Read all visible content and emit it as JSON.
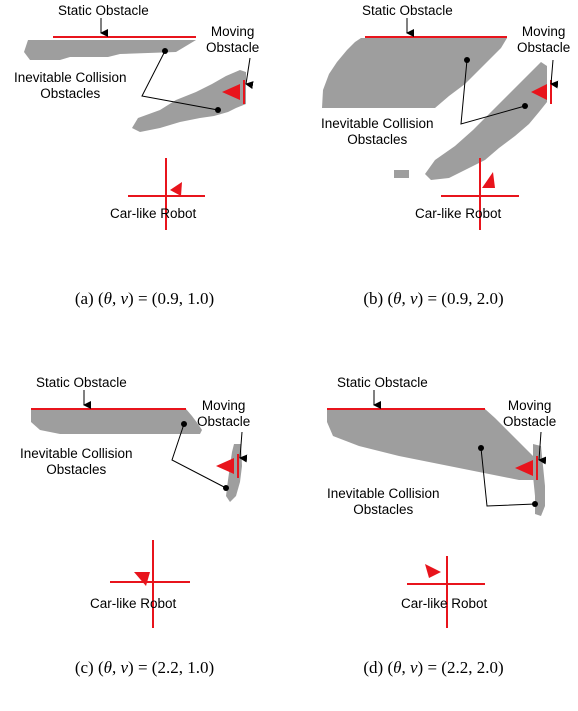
{
  "colors": {
    "obstacle": "#9e9e9e",
    "accent": "#e8141c",
    "line": "#000000"
  },
  "panels": [
    {
      "id": "a",
      "labels": {
        "static": "Static Obstacle",
        "moving": "Moving\nObstacle",
        "ico": "Inevitable Collision\nObstacles",
        "robot": "Car-like Robot"
      },
      "caption": {
        "tag": "(a)",
        "theta": "0.9",
        "v": "1.0"
      }
    },
    {
      "id": "b",
      "labels": {
        "static": "Static Obstacle",
        "moving": "Moving\nObstacle",
        "ico": "Inevitable Collision\nObstacles",
        "robot": "Car-like Robot"
      },
      "caption": {
        "tag": "(b)",
        "theta": "0.9",
        "v": "2.0"
      }
    },
    {
      "id": "c",
      "labels": {
        "static": "Static Obstacle",
        "moving": "Moving\nObstacle",
        "ico": "Inevitable Collision\nObstacles",
        "robot": "Car-like Robot"
      },
      "caption": {
        "tag": "(c)",
        "theta": "2.2",
        "v": "1.0"
      }
    },
    {
      "id": "d",
      "labels": {
        "static": "Static Obstacle",
        "moving": "Moving\nObstacle",
        "ico": "Inevitable Collision\nObstacles",
        "robot": "Car-like Robot"
      },
      "caption": {
        "tag": "(d)",
        "theta": "2.2",
        "v": "2.0"
      }
    }
  ]
}
